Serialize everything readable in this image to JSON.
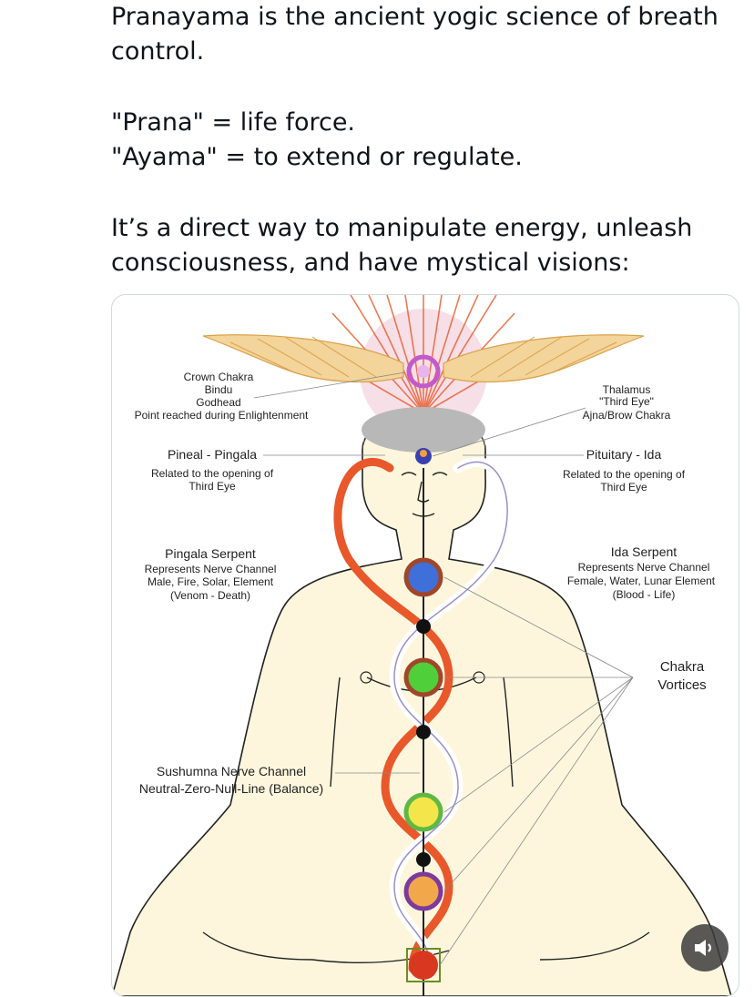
{
  "post": {
    "line1": "Pranayama is the ancient yogic science of breath control.",
    "line2": "\"Prana\" = life force.",
    "line3": "\"Ayama\" = to extend or regulate.",
    "line4": "It’s a direct way to manipulate energy, unleash consciousness, and have mystical visions:"
  },
  "diagram": {
    "crown": [
      "Crown Chakra",
      "Bindu",
      "Godhead",
      "Point reached during Enlightenment"
    ],
    "thalamus": [
      "Thalamus",
      "\"Third Eye\"",
      "Ajna/Brow Chakra"
    ],
    "pineal": [
      "Pineal - Pingala",
      "Related to the opening of",
      "Third Eye"
    ],
    "pituitary": [
      "Pituitary - Ida",
      "Related to the opening of",
      "Third Eye"
    ],
    "pingala": [
      "Pingala Serpent",
      "Represents Nerve Channel",
      "Male, Fire, Solar, Element",
      "(Venom - Death)"
    ],
    "ida": [
      "Ida Serpent",
      "Represents Nerve Channel",
      "Female, Water, Lunar Element",
      "(Blood - Life)"
    ],
    "vortices": [
      "Chakra",
      "Vortices"
    ],
    "sushumna": [
      "Sushumna Nerve Channel",
      "Neutral-Zero-Null-Line (Balance)"
    ]
  },
  "icons": {
    "sound": "speaker-icon"
  }
}
